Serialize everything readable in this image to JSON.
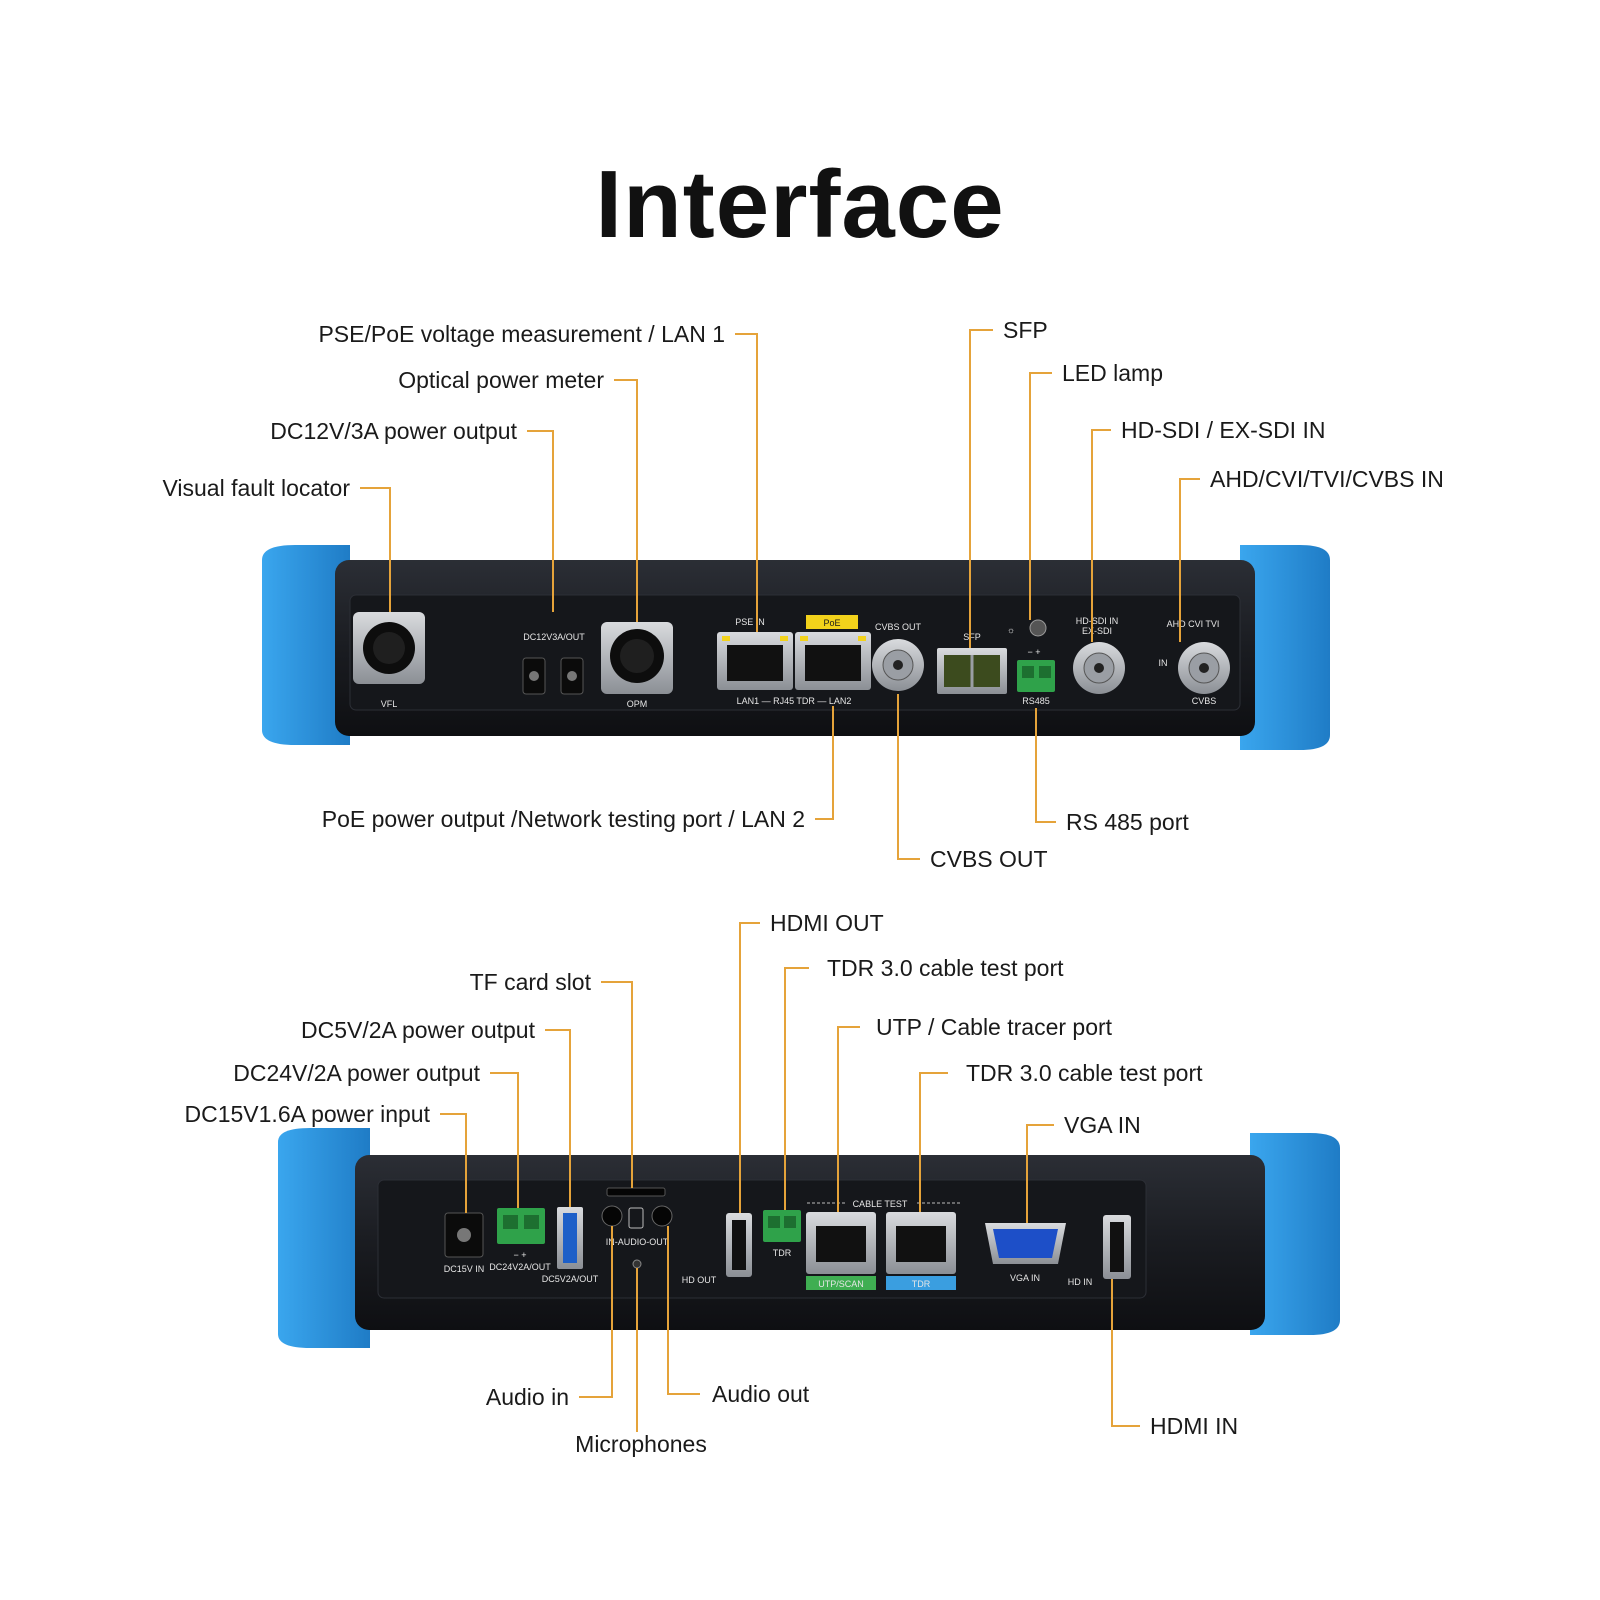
{
  "title": "Interface",
  "colors": {
    "leader": "#e5a33a",
    "bumper": "#2a8fd8",
    "body": "#1b1d22",
    "panel": "#15171b",
    "terminal": "#2fa24a"
  },
  "top_panel": {
    "port_labels": {
      "vfl": "VFL",
      "dc12": "DC12V3A/OUT",
      "opm": "OPM",
      "pse_in": "PSE IN",
      "poe": "PoE",
      "lan_row": "LAN1 — RJ45 TDR — LAN2",
      "cvbs_out": "CVBS OUT",
      "sfp": "SFP",
      "rs485": "RS485",
      "rs485_pol": "−   +",
      "hdsdi": "HD-SDI IN",
      "exsdi": "EX-SDI",
      "ahd": "AHD CVI TVI",
      "in": "IN",
      "cvbs": "CVBS"
    },
    "callouts": {
      "pse": "PSE/PoE voltage measurement / LAN 1",
      "opm": "Optical power meter",
      "dc12": "DC12V/3A power output",
      "vfl": "Visual fault locator",
      "sfp": "SFP",
      "led": "LED lamp",
      "hdsdi": "HD-SDI / EX-SDI IN",
      "ahd": "AHD/CVI/TVI/CVBS IN",
      "poe": "PoE power output /Network testing port / LAN 2",
      "rs485": "RS 485 port",
      "cvbs": "CVBS OUT"
    }
  },
  "bottom_panel": {
    "port_labels": {
      "dc15": "DC15V IN",
      "dc24": "DC24V2A/OUT",
      "dc24_pol": "−   +",
      "dc5": "DC5V2A/OUT",
      "audio": "IN-AUDIO-OUT",
      "hdout": "HD OUT",
      "tdr": "TDR",
      "cable_test": "CABLE TEST",
      "utp_scan": "UTP/SCAN",
      "tdr2": "TDR",
      "vga": "VGA IN",
      "hdin": "HD IN"
    },
    "callouts": {
      "hdmi_out": "HDMI OUT",
      "tdr1": "TDR 3.0 cable test port",
      "tf": "TF card slot",
      "utp": "UTP / Cable tracer port",
      "dc5": "DC5V/2A power output",
      "tdr2": "TDR 3.0 cable test port",
      "dc24": "DC24V/2A power output",
      "dc15": "DC15V1.6A power input",
      "vga": "VGA IN",
      "audio_in": "Audio in",
      "audio_out": "Audio out",
      "mic": "Microphones",
      "hdmi_in": "HDMI IN"
    }
  }
}
